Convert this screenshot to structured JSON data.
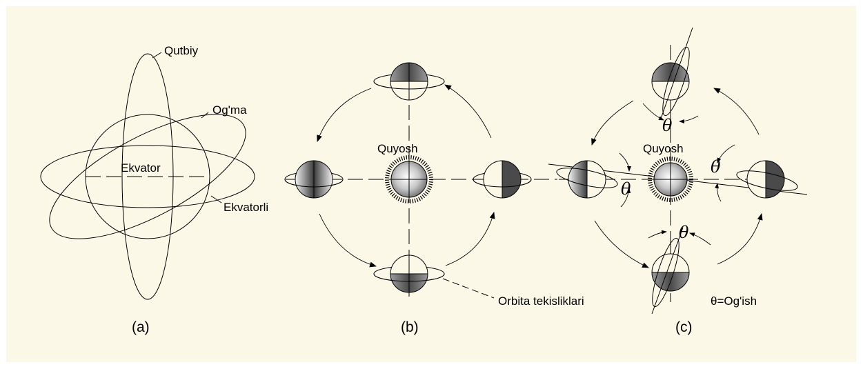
{
  "panel_a": {
    "caption": "(a)",
    "labels": {
      "polar": "Qutbiy",
      "inclined": "Og'ma",
      "equator": "Ekvator",
      "equatorial": "Ekvatorli"
    }
  },
  "panel_b": {
    "caption": "(b)",
    "sun_label": "Quyosh",
    "orbit_planes_label": "Orbita tekisliklari"
  },
  "panel_c": {
    "caption": "(c)",
    "sun_label": "Quyosh",
    "theta_symbol": "θ",
    "legend": "θ=Og'ish"
  },
  "colors": {
    "background": "#fcf8e8",
    "line": "#000000",
    "shade_dark": "#4a4a4a",
    "sun_highlight": "#ffffff"
  }
}
